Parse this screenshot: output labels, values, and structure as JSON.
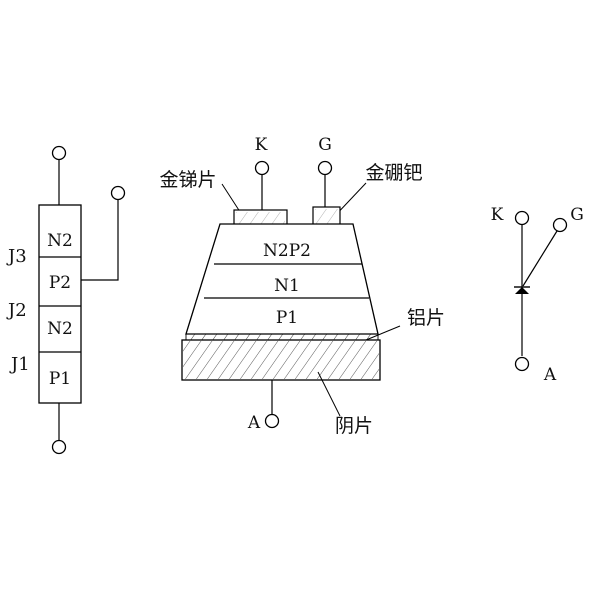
{
  "left_stack": {
    "layers": [
      "N2",
      "P2",
      "N2",
      "P1"
    ],
    "junctions": [
      "J3",
      "J2",
      "J1"
    ]
  },
  "cross_section": {
    "terminals": {
      "cathode": "K",
      "gate": "G",
      "anode": "A"
    },
    "layers": [
      "N2P2",
      "N1",
      "P1"
    ],
    "labels": {
      "antimony_plate": "金锑片",
      "boron_palladium": "金硼钯",
      "aluminum_plate": "铝片",
      "cathode_plate": "阴片"
    }
  },
  "symbol": {
    "terminals": {
      "cathode": "K",
      "gate": "G",
      "anode": "A"
    }
  }
}
